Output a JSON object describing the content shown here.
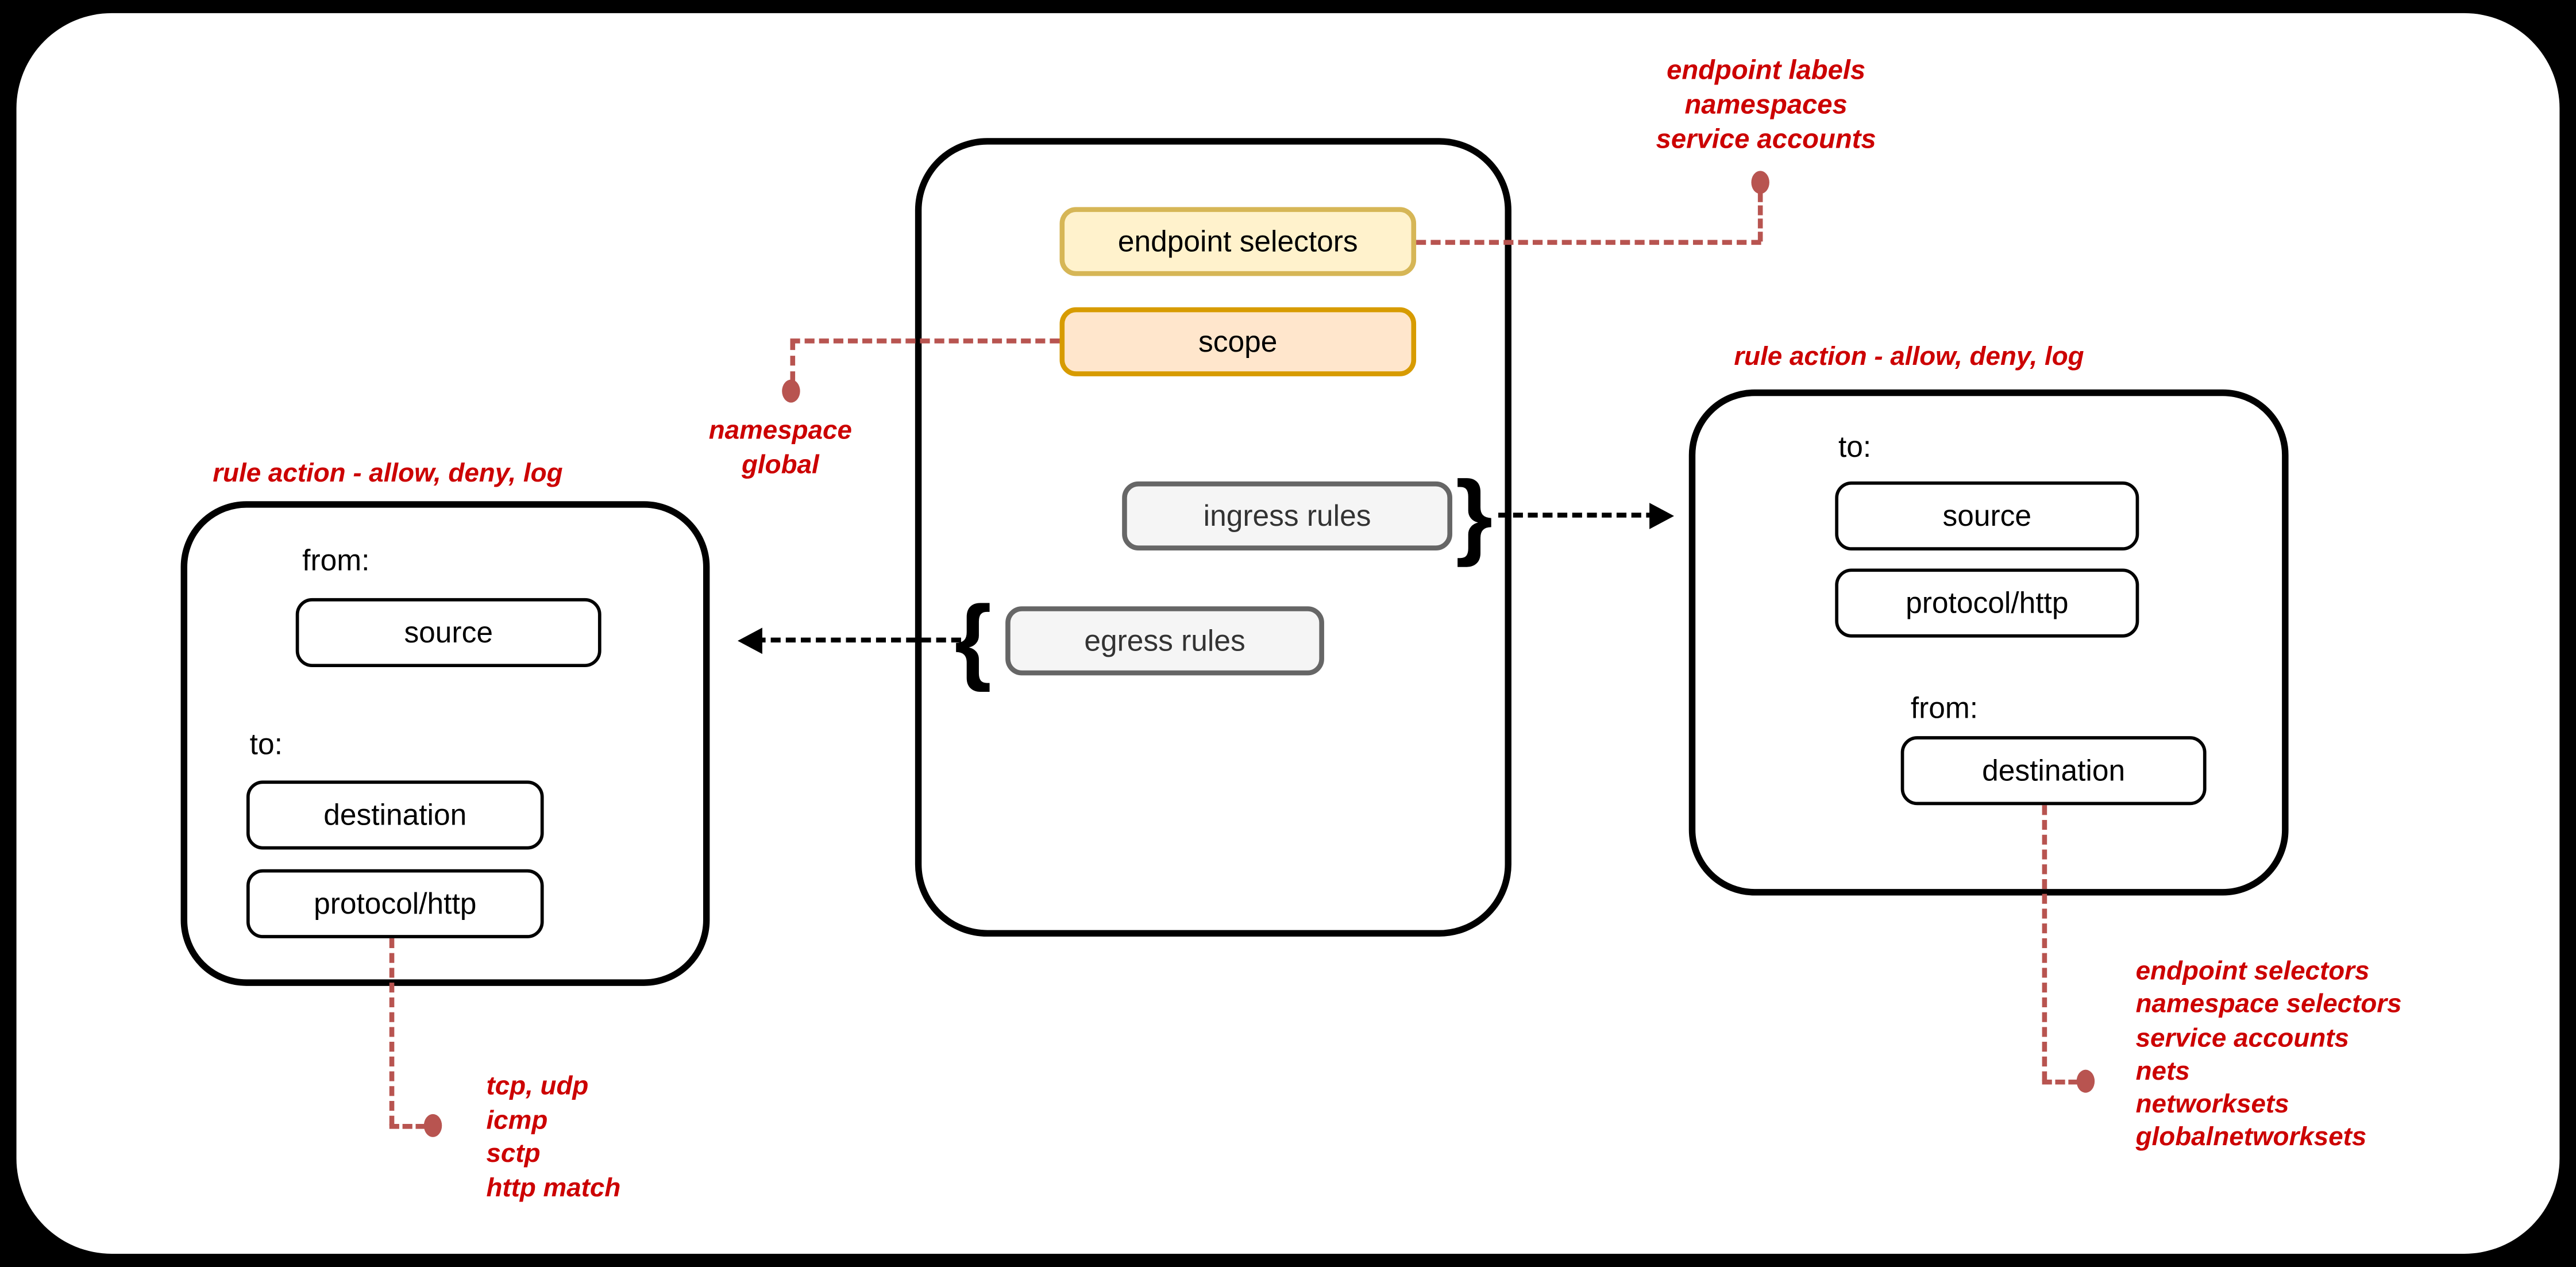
{
  "colors": {
    "page_background": "#000000",
    "canvas_background": "#FFFFFF",
    "annotation_text_red": "#CC0000",
    "connector_red": "#B85450",
    "endpoint_selectors_fill": "#FFF2CC",
    "endpoint_selectors_border": "#D6B656",
    "scope_fill": "#FFE6CC",
    "scope_border": "#D79B00",
    "rules_chip_fill": "#F5F5F5",
    "rules_chip_border": "#666666"
  },
  "policy_box": {
    "endpoint_selectors": "endpoint selectors",
    "scope": "scope",
    "ingress_rules": "ingress rules",
    "egress_rules": "egress rules",
    "ingress_brace": "}",
    "egress_brace": "{"
  },
  "egress_rule_box": {
    "title": "rule action - allow, deny, log",
    "from_label": "from:",
    "source": "source",
    "to_label": "to:",
    "destination": "destination",
    "protocol": "protocol/http"
  },
  "ingress_rule_box": {
    "title": "rule action - allow, deny, log",
    "to_label": "to:",
    "source": "source",
    "protocol": "protocol/http",
    "from_label": "from:",
    "destination": "destination"
  },
  "annotations": {
    "endpoint_selectors_note": {
      "lines": [
        "endpoint labels",
        "namespaces",
        "service accounts"
      ]
    },
    "scope_note": {
      "lines": [
        "namespace",
        "global"
      ]
    },
    "protocol_note": {
      "lines": [
        "tcp, udp",
        "icmp",
        "sctp",
        "http match"
      ]
    },
    "destination_note": {
      "lines": [
        "endpoint selectors",
        "namespace selectors",
        "service accounts",
        "nets",
        "networksets",
        "globalnetworksets"
      ]
    }
  }
}
